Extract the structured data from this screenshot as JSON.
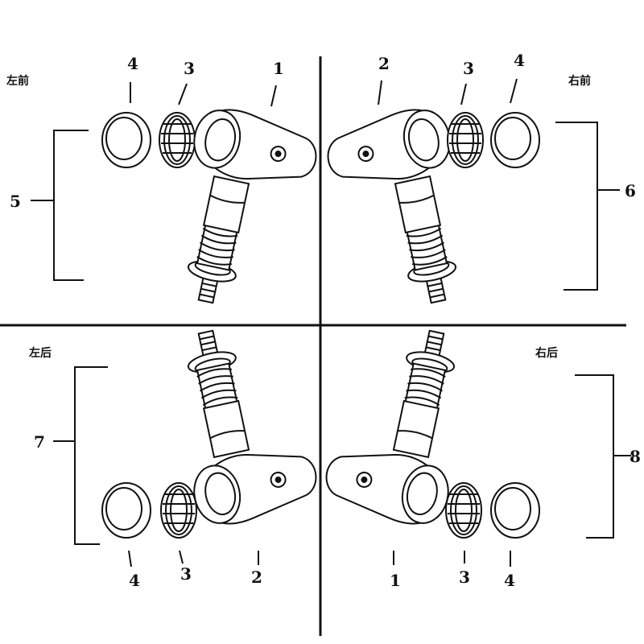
{
  "quadrants": {
    "front_left": "左前",
    "front_right": "右前",
    "rear_left": "左后",
    "rear_right": "右后"
  },
  "callouts": {
    "fl_4": "4",
    "fl_3": "3",
    "fl_1": "1",
    "fr_2": "2",
    "fr_3": "3",
    "fr_4": "4",
    "rl_4": "4",
    "rl_3": "3",
    "rl_2": "2",
    "rr_1": "1",
    "rr_3": "3",
    "rr_4": "4"
  },
  "groups": {
    "front_left": "5",
    "front_right": "6",
    "rear_left": "7",
    "rear_right": "8"
  },
  "colors": {
    "line": "#111111",
    "background": "#ffffff"
  }
}
